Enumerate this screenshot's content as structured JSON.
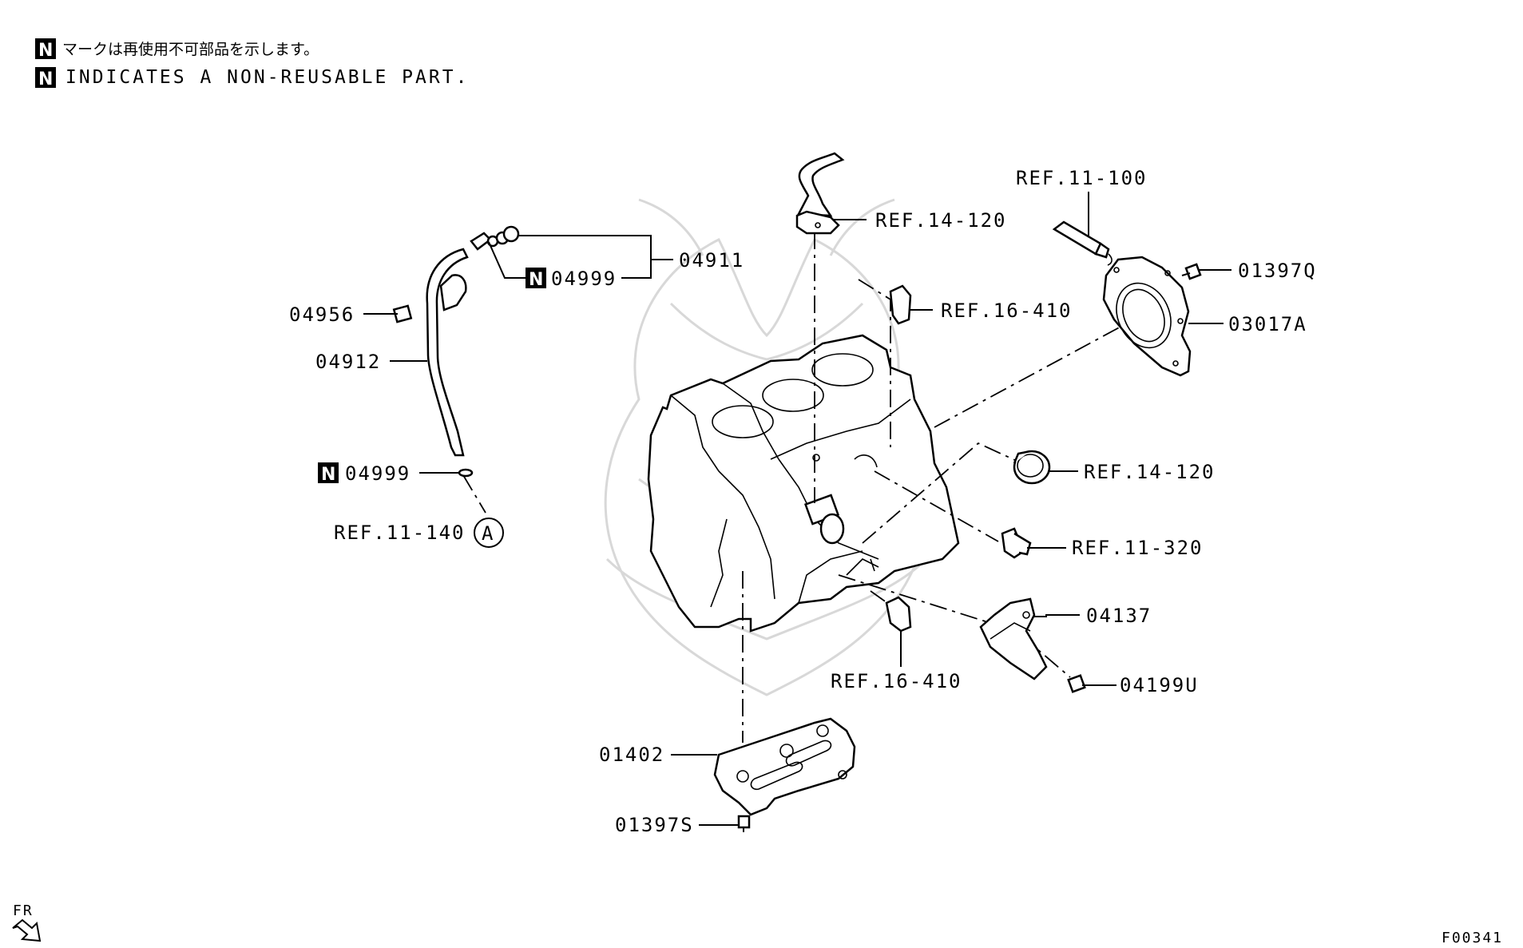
{
  "legend": {
    "badge": "N",
    "japanese_text": "マークは再使用不可部品を示します。",
    "english_text": "INDICATES A NON-REUSABLE PART."
  },
  "callouts": {
    "ref_11_100": "REF.11-100",
    "ref_14_120_top": "REF.14-120",
    "ref_16_410_top": "REF.16-410",
    "p_01397Q": "01397Q",
    "p_03017A": "03017A",
    "p_04911": "04911",
    "p_04999_top": "04999",
    "p_04956": "04956",
    "p_04912": "04912",
    "p_04999_bottom": "04999",
    "ref_11_140": "REF.11-140",
    "circle_marker": "A",
    "ref_14_120_right": "REF.14-120",
    "ref_11_320": "REF.11-320",
    "p_04137": "04137",
    "ref_16_410_bottom": "REF.16-410",
    "p_04199U": "04199U",
    "p_01402": "01402",
    "p_01397S": "01397S"
  },
  "direction": {
    "label": "FR"
  },
  "figure_code": "F00341"
}
